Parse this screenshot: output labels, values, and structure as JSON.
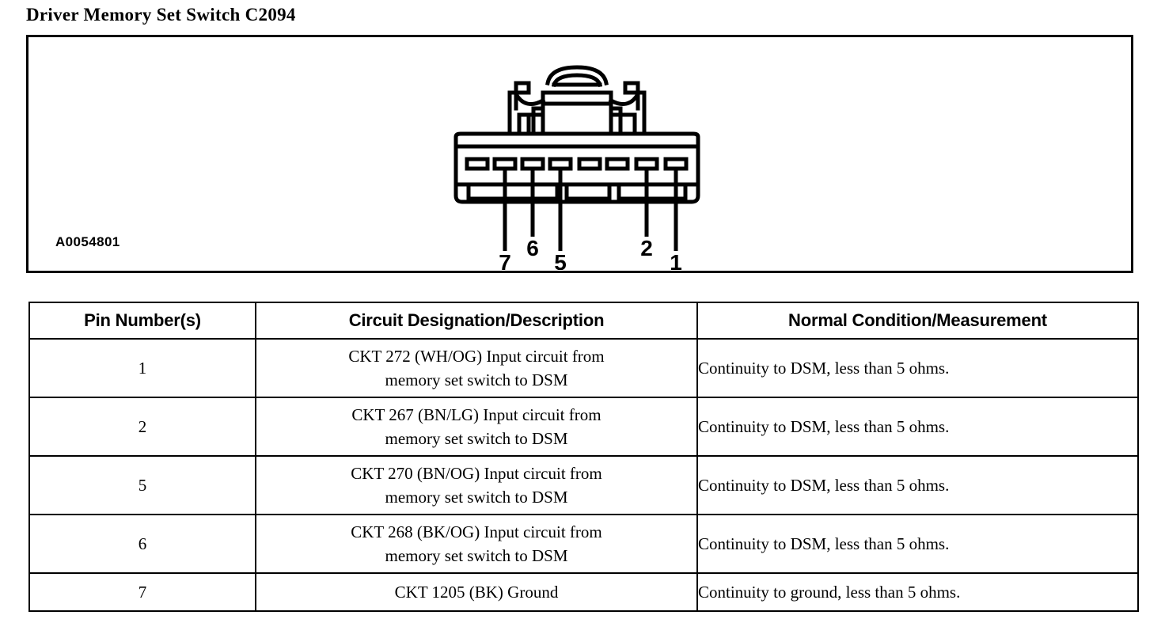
{
  "document": {
    "title": "Driver Memory Set Switch C2094"
  },
  "diagram": {
    "code_label": "A0054801",
    "connector": {
      "name": "7-cavity-connector-front-view",
      "cavity_count": 8,
      "pin_callouts": [
        {
          "label": "7",
          "cavity_index": 1
        },
        {
          "label": "6",
          "cavity_index": 2
        },
        {
          "label": "5",
          "cavity_index": 3
        },
        {
          "label": "2",
          "cavity_index": 6
        },
        {
          "label": "1",
          "cavity_index": 7
        }
      ]
    }
  },
  "table": {
    "headers": [
      "Pin Number(s)",
      "Circuit Designation/Description",
      "Normal Condition/Measurement"
    ],
    "rows": [
      {
        "pin": "1",
        "circuit_line1": "CKT 272 (WH/OG) Input circuit from",
        "circuit_line2": "memory set switch to DSM",
        "normal": "Continuity to DSM, less than 5 ohms."
      },
      {
        "pin": "2",
        "circuit_line1": "CKT 267 (BN/LG) Input circuit from",
        "circuit_line2": "memory set switch to DSM",
        "normal": "Continuity to DSM, less than 5 ohms."
      },
      {
        "pin": "5",
        "circuit_line1": "CKT 270 (BN/OG) Input circuit from",
        "circuit_line2": "memory set switch to DSM",
        "normal": "Continuity to DSM, less than 5 ohms."
      },
      {
        "pin": "6",
        "circuit_line1": "CKT 268 (BK/OG) Input circuit from",
        "circuit_line2": "memory set switch to DSM",
        "normal": "Continuity to DSM, less than 5 ohms."
      },
      {
        "pin": "7",
        "circuit_line1": "CKT 1205 (BK) Ground",
        "circuit_line2": "",
        "normal": "Continuity to ground, less than 5 ohms."
      }
    ]
  },
  "colors": {
    "ink": "#000000",
    "paper": "#ffffff"
  }
}
